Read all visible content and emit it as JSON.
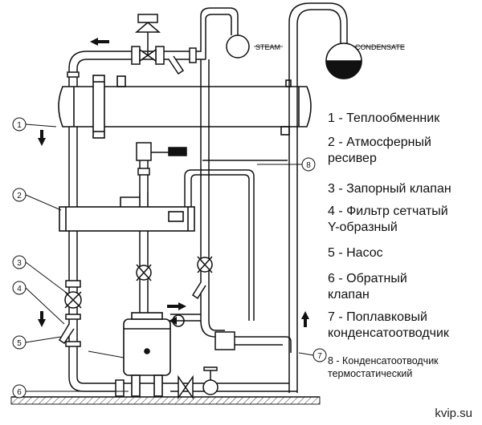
{
  "diagram": {
    "steam_label": "STEAM",
    "condensate_label": "CONDENSATE",
    "callouts": [
      "1",
      "2",
      "3",
      "4",
      "5",
      "6",
      "7",
      "8"
    ]
  },
  "legend": [
    "1 - Теплообменник",
    "2 - Атмосферный\nресивер",
    "3 - Запорный клапан",
    "4 - Фильтр сетчатый\nY-образный",
    "5 - Насос",
    "6 - Обратный\nклапан",
    "7 - Поплавковый\nконденсатоотводчик",
    "8 - Конденсатоотводчик\nтермостатический"
  ],
  "watermark": "kvip.su",
  "icons": {
    "flow_arrow": "triangle-arrow",
    "valve": "bowtie-valve",
    "strainer": "y-strainer"
  }
}
